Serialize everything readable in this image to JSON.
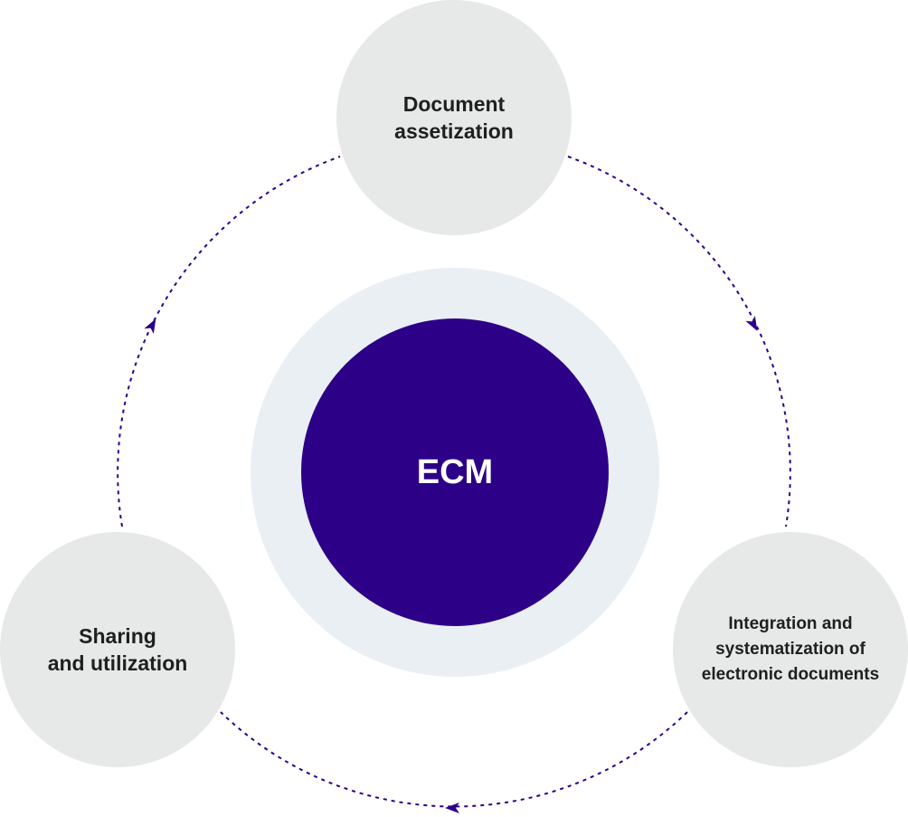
{
  "center": {
    "label": "ECM"
  },
  "nodes": {
    "top": {
      "lines": [
        "Document",
        "assetization"
      ]
    },
    "right": {
      "lines": [
        "Integration and",
        "systematization of",
        "electronic documents"
      ]
    },
    "left": {
      "lines": [
        "Sharing",
        "and utilization"
      ]
    }
  },
  "colors": {
    "accent": "#2d0088",
    "node_fill": "#e7e8e8",
    "halo_fill": "#eaeff4",
    "cycle_line": "#2d0088",
    "text": "#1f1f1f"
  },
  "cycle": {
    "direction": "clockwise",
    "arrow_icon": "triangle-arrow-icon"
  }
}
